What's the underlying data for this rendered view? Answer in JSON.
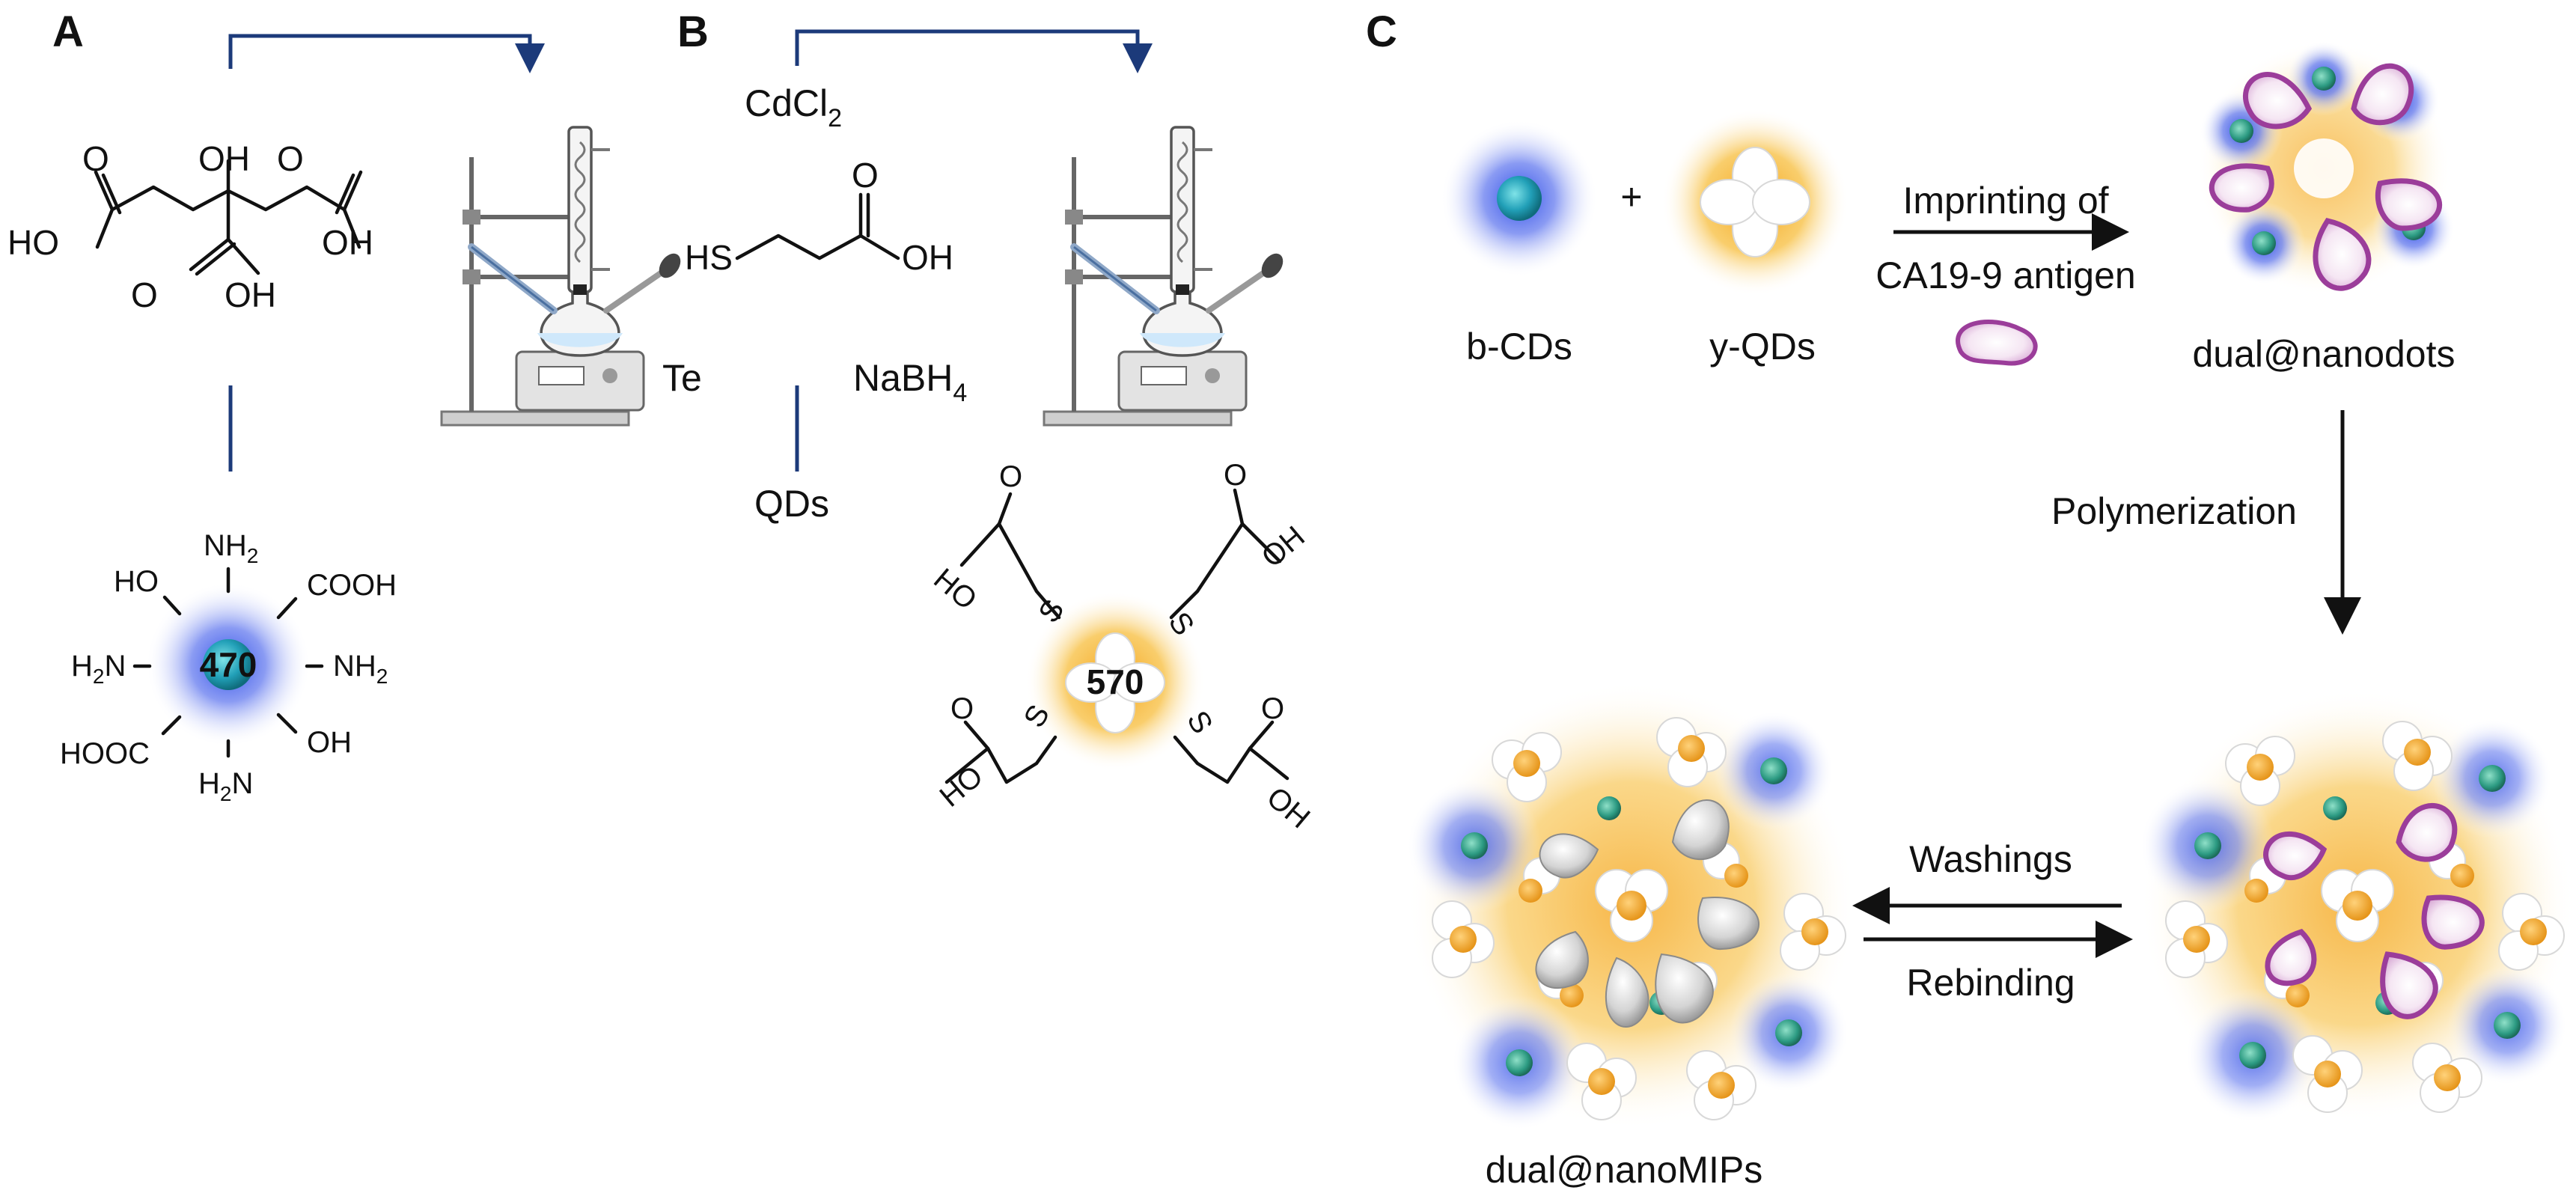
{
  "panels": {
    "a": "A",
    "b": "B",
    "c": "C"
  },
  "panel_a": {
    "citric_acid": {
      "oh_top": "OH",
      "o_left": "O",
      "ho_left": "HO",
      "o_right": "O",
      "oh_right": "OH",
      "o_bottom": "O",
      "oh_bottom": "OH"
    },
    "cd": {
      "core_label": "470",
      "nh2_top": "NH",
      "ho_tl": "HO",
      "cooh_tr": "COOH",
      "h2n_left": "H",
      "nh2_right": "NH",
      "hooc_bl": "HOOC",
      "oh_br": "OH",
      "h2n_bottom": "H",
      "n_suffix": "N",
      "sub2": "2"
    }
  },
  "panel_b": {
    "cdcl": "CdCl",
    "cdcl_sub": "2",
    "mpa": {
      "hs": "HS",
      "o": "O",
      "oh": "OH"
    },
    "te": "Te",
    "nabh": "NaBH",
    "nabh_sub": "4",
    "qds": "QDs",
    "qd": {
      "core_label": "570",
      "s": "S",
      "ho": "HO",
      "oh": "OH",
      "o": "O"
    }
  },
  "panel_c": {
    "b_cds": "b-CDs",
    "plus": "+",
    "y_qds": "y-QDs",
    "imprinting_line1": "Imprinting of",
    "imprinting_line2": "CA19-9 antigen",
    "dual_nanodots": "dual@nanodots",
    "polymerization": "Polymerization",
    "washings": "Washings",
    "rebinding": "Rebinding",
    "dual_nanomips": "dual@nanoMIPs"
  },
  "colors": {
    "blue_glow": "#3b55e8",
    "yellow_glow": "#f5b62a",
    "teal": "#2aa89a",
    "purple": "#9b3d9a",
    "navy": "#1c3a7a"
  }
}
